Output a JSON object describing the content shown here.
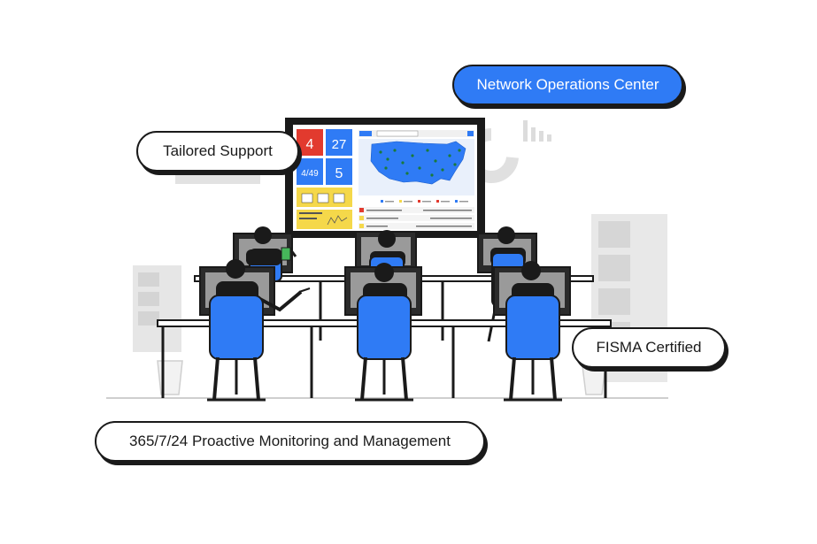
{
  "labels": {
    "noc": "Network Operations Center",
    "tailored": "Tailored Support",
    "fisma": "FISMA Certified",
    "monitoring": "365/7/24 Proactive Monitoring and Management"
  },
  "dashboard": {
    "tiles": [
      "4",
      "27",
      "4/49",
      "5"
    ]
  },
  "colors": {
    "accent_blue": "#2f7bf5",
    "alert_red": "#e23a2e",
    "panel_yellow": "#f5d84a",
    "outline": "#1a1a1a",
    "gray": "#d6d6d6"
  }
}
